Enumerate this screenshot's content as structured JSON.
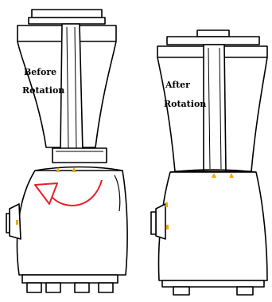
{
  "before_label": {
    "line1": "Before",
    "line2": "Rotation"
  },
  "after_label": {
    "line1": "After",
    "line2": "Rotation"
  },
  "colors": {
    "outline": "#000000",
    "arrow": "#e8202a",
    "marker": "#f0a800",
    "background": "#ffffff"
  },
  "icons": {
    "rotation": "curved-arrow-icon",
    "alignment": "triangle-marker-icon"
  }
}
